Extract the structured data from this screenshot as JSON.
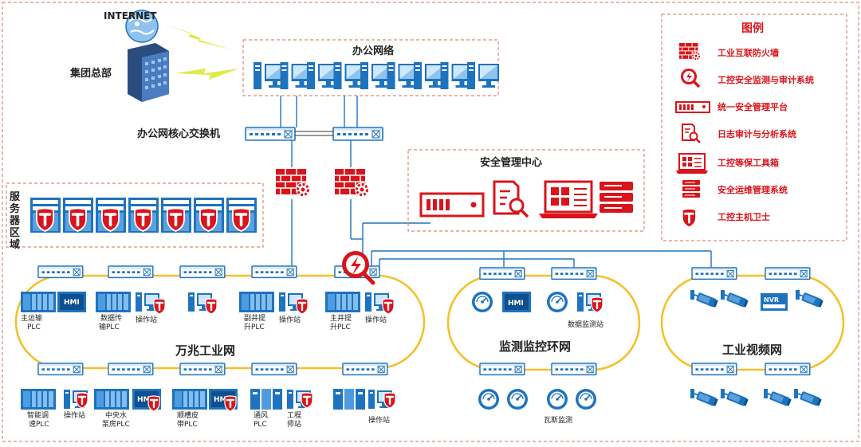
{
  "colors": {
    "brand_red": "#d9141b",
    "ring_yellow": "#f5c02a",
    "net_blue": "#1e73be",
    "frame_dash": "#e0877a",
    "lightning": "#dfe94a"
  },
  "internet": {
    "label": "INTERNET",
    "icon": "globe-icon"
  },
  "group_hq": {
    "label": "集团总部",
    "icon": "building-icon"
  },
  "office_network": {
    "title": "办公网络",
    "pc_count": 9
  },
  "core_switch": {
    "label": "办公网核心交换机"
  },
  "server_zone": {
    "label": "服务器区域",
    "chars": [
      "服",
      "务",
      "器",
      "区",
      "域"
    ]
  },
  "security_center": {
    "title": "安全管理中心"
  },
  "legend": {
    "title": "图例",
    "items": [
      {
        "icon": "firewall-icon",
        "label": "工业互联防火墙"
      },
      {
        "icon": "audit-probe-icon",
        "label": "工控安全监测与审计系统"
      },
      {
        "icon": "management-platform-icon",
        "label": "统一安全管理平台"
      },
      {
        "icon": "log-audit-icon",
        "label": "日志审计与分析系统"
      },
      {
        "icon": "toolbox-laptop-icon",
        "label": "工控等保工具箱"
      },
      {
        "icon": "ops-server-icon",
        "label": "安全运维管理系统"
      },
      {
        "icon": "host-guard-icon",
        "label": "工控主机卫士"
      }
    ]
  },
  "networks": {
    "gigabit": {
      "label": "万兆工业网"
    },
    "monitor": {
      "label": "监测监控环网"
    },
    "video": {
      "label": "工业视频网"
    }
  },
  "nodes": {
    "main_conveyor_plc": [
      "主运输",
      "PLC"
    ],
    "data_transfer_plc": [
      "数据传",
      "输PLC"
    ],
    "op_station": "操作站",
    "aux_shaft_plc": [
      "副井提",
      "升PLC"
    ],
    "main_shaft_plc": [
      "主井提",
      "升PLC"
    ],
    "smart_dispatch_plc": [
      "智能调",
      "速PLC"
    ],
    "central_pump_plc": [
      "中央水",
      "泵房PLC"
    ],
    "trough_belt_plc": [
      "顺槽皮",
      "带PLC"
    ],
    "ventilation_plc": [
      "通风",
      "PLC"
    ],
    "engineer_station": [
      "工程",
      "师站"
    ],
    "data_monitor_station": "数据监测站",
    "gas_monitor": "瓦斯监测",
    "hmi": "HMI",
    "nvr": "NVR"
  }
}
